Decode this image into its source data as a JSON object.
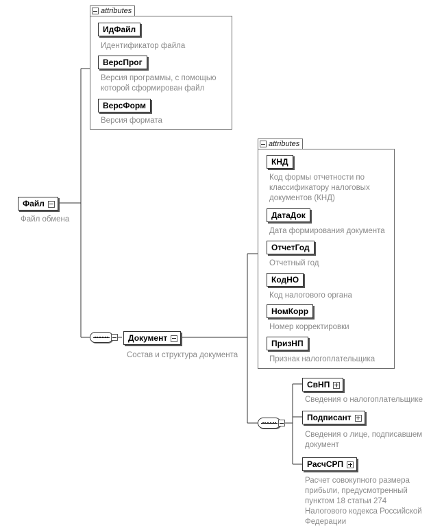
{
  "attributes_label": "attributes",
  "root": {
    "name": "Файл",
    "desc": "Файл обмена"
  },
  "root_attributes": [
    {
      "name": "ИдФайл",
      "desc": "Идентификатор файла"
    },
    {
      "name": "ВерсПрог",
      "desc": "Версия программы, с помощью которой сформирован файл"
    },
    {
      "name": "ВерсФорм",
      "desc": "Версия формата"
    }
  ],
  "document": {
    "name": "Документ",
    "desc": "Состав и структура документа"
  },
  "document_attributes": [
    {
      "name": "КНД",
      "desc": "Код формы отчетности по классификатору налоговых документов (КНД)"
    },
    {
      "name": "ДатаДок",
      "desc": "Дата формирования документа"
    },
    {
      "name": "ОтчетГод",
      "desc": "Отчетный год"
    },
    {
      "name": "КодНО",
      "desc": "Код налогового органа"
    },
    {
      "name": "НомКорр",
      "desc": "Номер корректировки"
    },
    {
      "name": "ПризНП",
      "desc": "Признак налогоплательщика"
    }
  ],
  "document_children": [
    {
      "name": "СвНП",
      "desc": "Сведения о налогоплательщике"
    },
    {
      "name": "Подписант",
      "desc": "Сведения о лице, подписавшем документ"
    },
    {
      "name": "РасчСРП",
      "desc": "Расчет совокупного размера прибыли, предусмотренный пунктом 18 статьи 274 Налогового кодекса Российской Федерации"
    }
  ]
}
